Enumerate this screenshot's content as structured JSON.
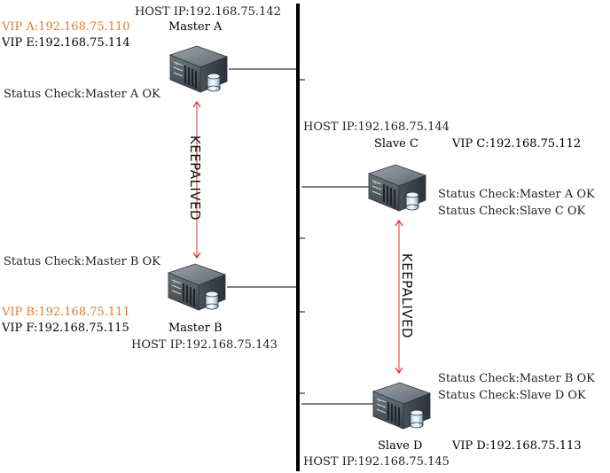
{
  "colors": {
    "vip_primary": "#e07b2a",
    "arrow": "#e03030",
    "bus": "#000000"
  },
  "master_a": {
    "name": "Master A",
    "host_ip": "HOST IP:192.168.75.142",
    "vip_1": "VIP A:192.168.75.110",
    "vip_2": "VIP E:192.168.75.114",
    "status": "Status Check:Master A OK"
  },
  "master_b": {
    "name": "Master B",
    "host_ip": "HOST IP:192.168.75.143",
    "vip_1": "VIP B:192.168.75.111",
    "vip_2": "VIP F:192.168.75.115",
    "status": "Status Check:Master B OK"
  },
  "slave_c": {
    "name": "Slave C",
    "host_ip": "HOST IP:192.168.75.144",
    "vip": "VIP C:192.168.75.112",
    "status_1": "Status Check:Master A OK",
    "status_2": "Status Check:Slave C OK"
  },
  "slave_d": {
    "name": "Slave D",
    "host_ip": "HOST IP:192.168.75.145",
    "vip": "VIP D:192.168.75.113",
    "status_1": "Status Check:Master B OK",
    "status_2": "Status Check:Slave D OK"
  },
  "keepalived_label": "KEEPALIVED"
}
